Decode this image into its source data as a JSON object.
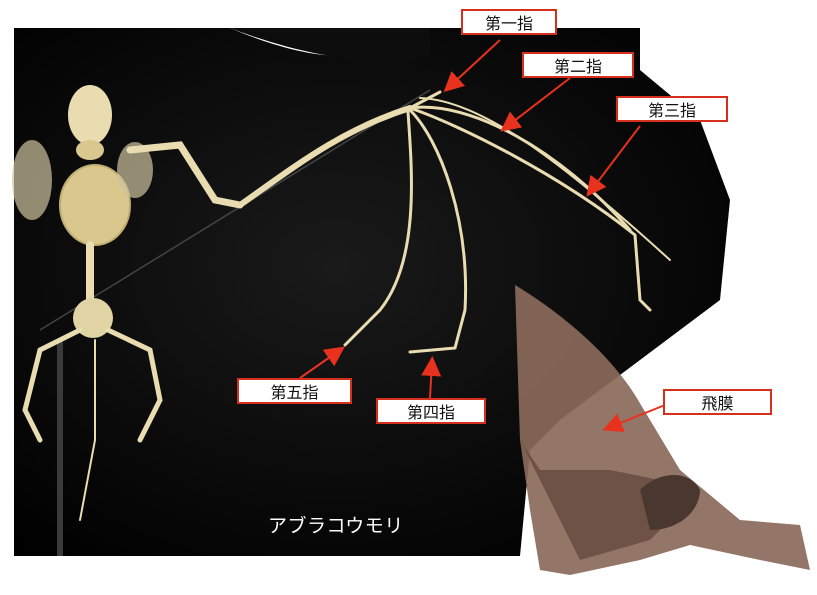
{
  "labels": {
    "first_finger": "第一指",
    "second_finger": "第二指",
    "third_finger": "第三指",
    "fourth_finger": "第四指",
    "fifth_finger": "第五指",
    "wing_membrane": "飛膜"
  },
  "caption": "アブラコウモリ",
  "colors": {
    "label_border": "#d4301c",
    "arrow": "#e8321e",
    "background": "#000000",
    "bone": "#e8dcb0",
    "bat_body": "#8a6a5a"
  }
}
